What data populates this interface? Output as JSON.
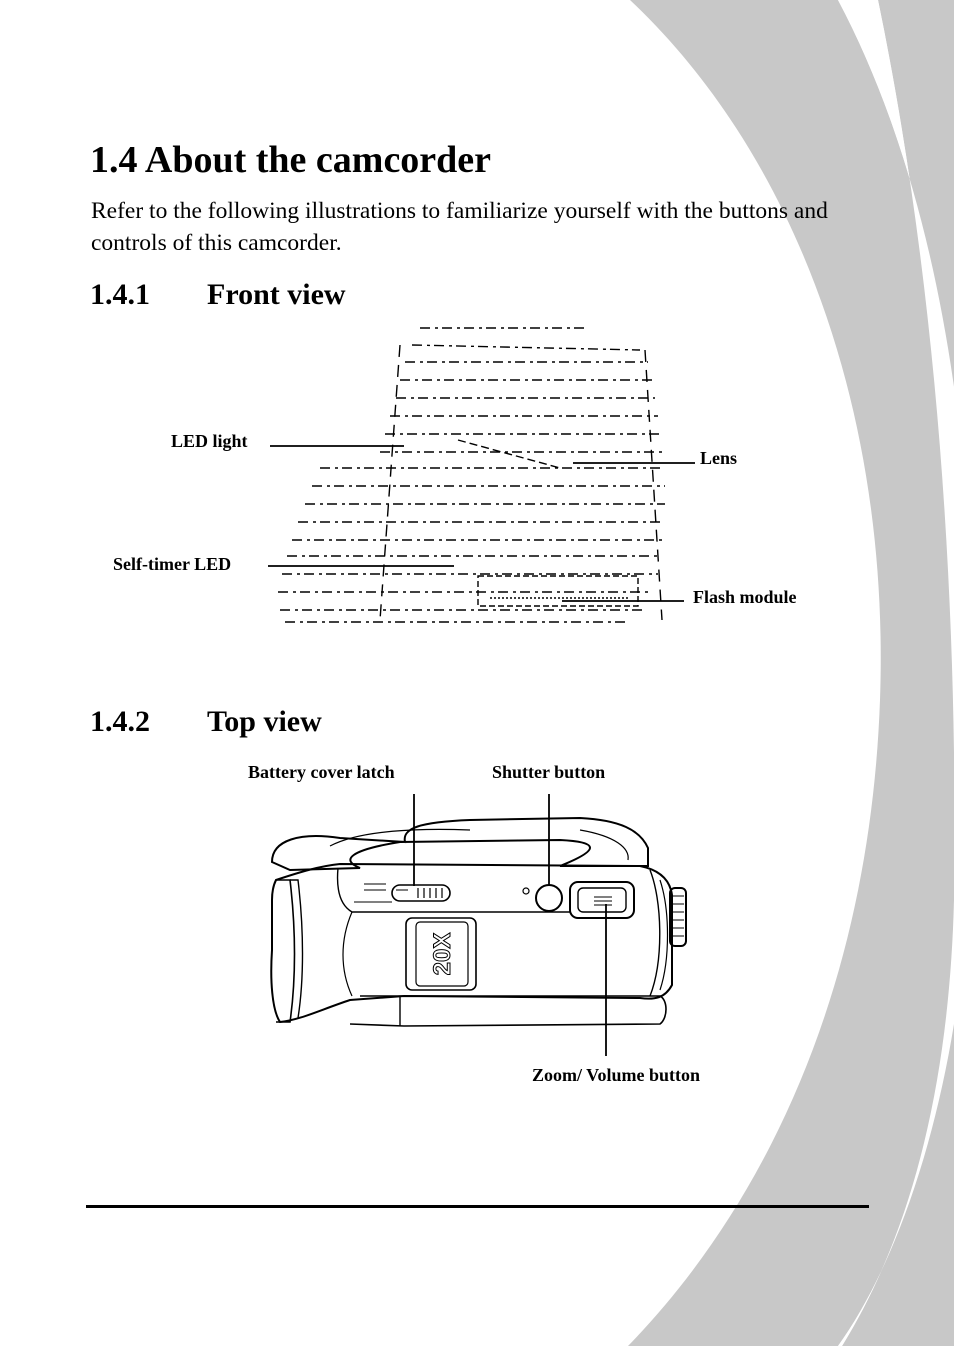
{
  "page": {
    "title": "1.4 About the camcorder",
    "intro": "Refer to the following illustrations to familiarize yourself with the buttons and controls of this camcorder."
  },
  "sections": [
    {
      "number": "1.4.1",
      "title": "Front view",
      "callouts": [
        "LED light",
        "Lens",
        "Self-timer LED",
        "Flash module"
      ]
    },
    {
      "number": "1.4.2",
      "title": "Top view",
      "callouts": [
        "Battery cover latch",
        "Shutter button",
        "Zoom/ Volume button"
      ],
      "badge_text": "20X"
    }
  ],
  "colors": {
    "decor_gray": "#c8c8c8",
    "text": "#000000",
    "rule": "#000000"
  }
}
